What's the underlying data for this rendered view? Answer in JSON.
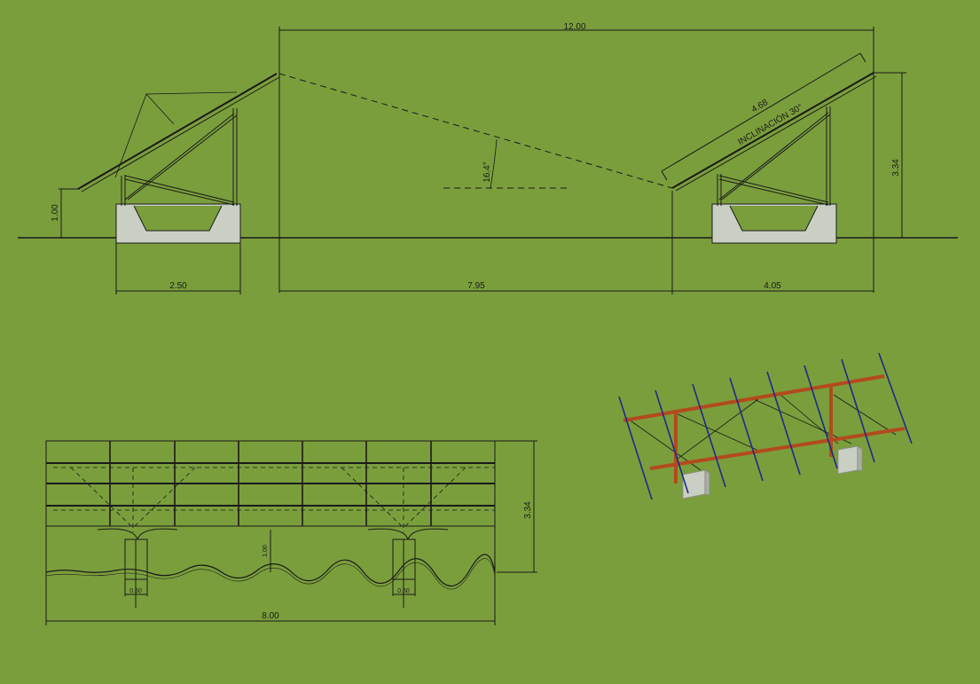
{
  "colors": {
    "background": "#7a9e3c",
    "line": "#1a1a1a",
    "panel_edge": "#1e2a8a",
    "frame": "#b34a1e",
    "concrete": "#c9cfc2"
  },
  "section_view": {
    "dim_total": "12.00",
    "dim_left_base": "2.50",
    "dim_spacing": "7.95",
    "dim_right_base": "4.05",
    "dim_height_left": "1.00",
    "dim_height_right": "3.34",
    "dim_panel_length": "4.68",
    "inclination_label": "INCLINACIÓN  30°",
    "shadow_angle": "16.4°"
  },
  "front_view": {
    "dim_height": "3.34",
    "dim_clearance": "1.00",
    "dim_width": "8.00",
    "dim_footing_left": "0.50",
    "dim_footing_right": "0.50"
  },
  "iso_view": {
    "icon": "solar-array-isometric"
  }
}
